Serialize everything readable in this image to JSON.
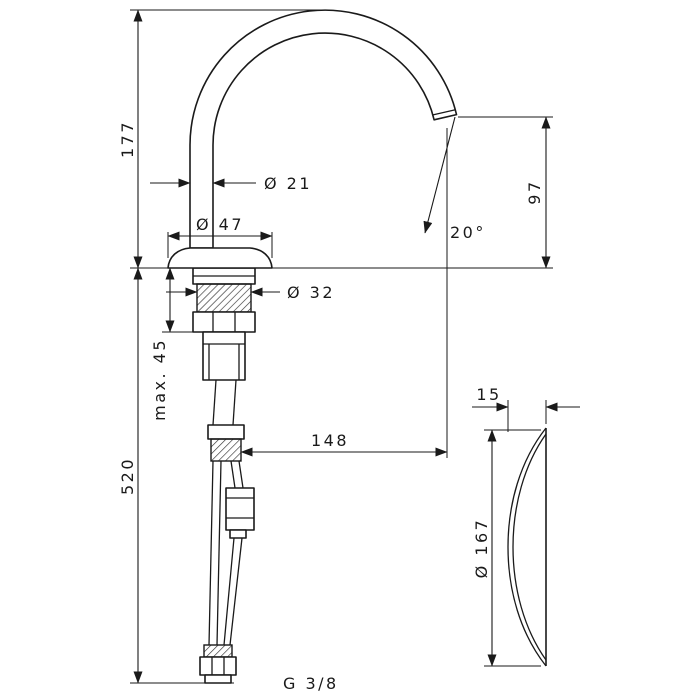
{
  "drawing": {
    "title": "faucet-dimension-drawing",
    "colors": {
      "line": "#1a1a1a",
      "background": "#ffffff"
    },
    "labels": {
      "spout_height": "177",
      "spout_tube_diameter": "Ø 21",
      "base_diameter": "Ø 47",
      "shank_diameter": "Ø 32",
      "max_counter_thickness": "max. 45",
      "overall_height": "520",
      "horizontal_reach": "148",
      "outlet_height": "97",
      "outlet_angle": "20°",
      "plate_thickness": "15",
      "plate_diameter": "Ø 167",
      "thread_size": "G 3/8"
    }
  }
}
